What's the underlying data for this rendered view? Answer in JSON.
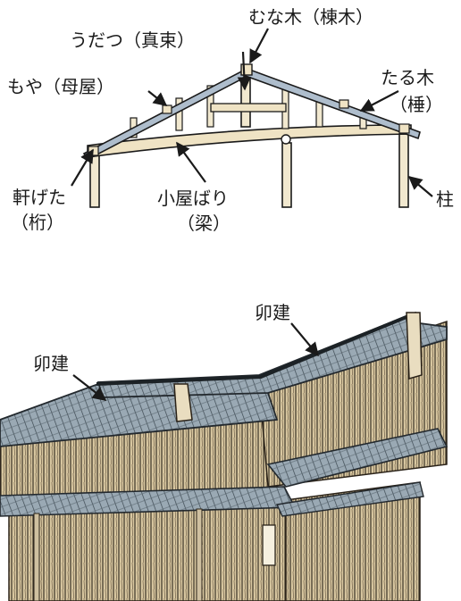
{
  "truss_diagram": {
    "labels": {
      "munagi": "むな木（棟木）",
      "udatsu_1": "うだつ（真束）",
      "moya": "もや（母屋）",
      "tarugi_1": "たる木",
      "tarugi_2": "（棰）",
      "nokigeta_1": "軒げた",
      "nokigeta_2": "（桁）",
      "koyabari_1": "小屋ばり",
      "koyabari_2": "（梁）",
      "hashira": "柱"
    }
  },
  "roof_illustration": {
    "labels": {
      "udatsu_left": "卯建",
      "udatsu_right": "卯建"
    }
  },
  "colors": {
    "line": "#1a1a1a",
    "rafter": "#aebdcc",
    "beam": "#efe3c4",
    "post": "#f1e8cf",
    "roof_tile": "#9aa9b4",
    "wall": "#d8c7a0"
  }
}
